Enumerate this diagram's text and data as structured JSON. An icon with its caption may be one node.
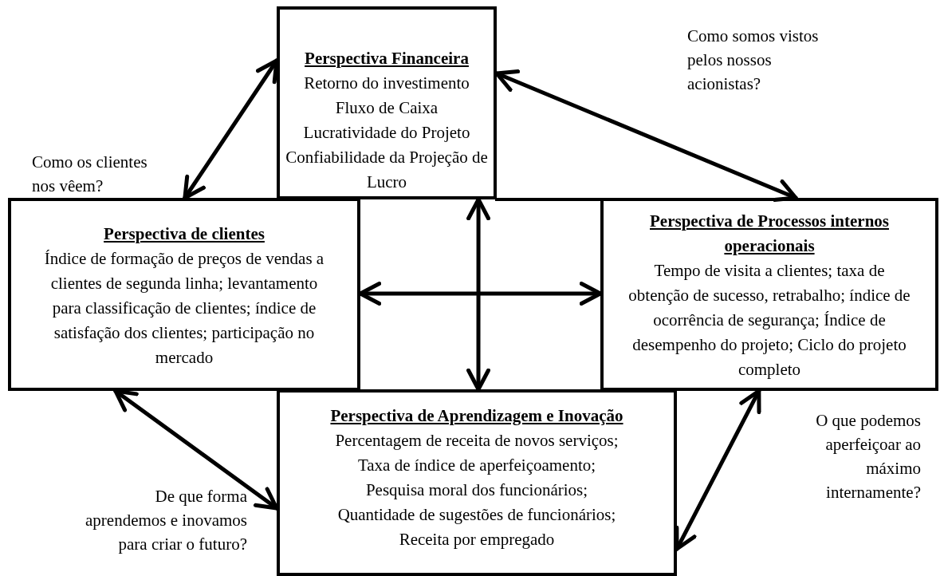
{
  "diagram": {
    "nodes": [
      {
        "text": [
          "Perspectiva Financeira",
          "Retorno do investimento",
          "Fluxo de Caixa",
          "Lucratividade do Projeto Confiabilidade da Projeção de Lucro"
        ]
      },
      {
        "text": [
          "Perspectiva de clientes",
          "Índice de formação de preços de vendas a clientes de segunda linha; levantamento para classificação de clientes; índice de satisfação dos clientes; participação no mercado"
        ]
      },
      {
        "text": [
          "Perspectiva de Processos internos operacionais",
          "Tempo de visita a clientes; taxa de obtenção de sucesso, retrabalho; índice de ocorrência de segurança; Índice de desempenho do projeto; Ciclo do projeto completo"
        ]
      },
      {
        "text": [
          "Perspectiva de Aprendizagem e Inovação",
          "Percentagem de receita de novos serviços;",
          "Taxa de índice de aperfeiçoamento;",
          "Pesquisa moral dos funcionários;",
          "Quantidade de sugestões de funcionários;",
          "Receita por empregado"
        ]
      }
    ],
    "edges": [
      {
        "from": 1,
        "to": 0,
        "arrow": "both"
      },
      {
        "from": 0,
        "to": 2,
        "arrow": "both"
      },
      {
        "from": 0,
        "to": 3,
        "arrow": "both"
      },
      {
        "from": 1,
        "to": 2,
        "arrow": "both"
      },
      {
        "from": 1,
        "to": 3,
        "arrow": "both"
      },
      {
        "from": 3,
        "to": 2,
        "arrow": "both"
      }
    ],
    "labels": [
      "Como somos vistos pelos nossos acionistas?",
      "Como os clientes nos vêem?",
      "De que forma aprendemos e inovamos para criar o futuro?",
      "O que podemos aperfeiçoar ao máximo internamente?"
    ]
  }
}
